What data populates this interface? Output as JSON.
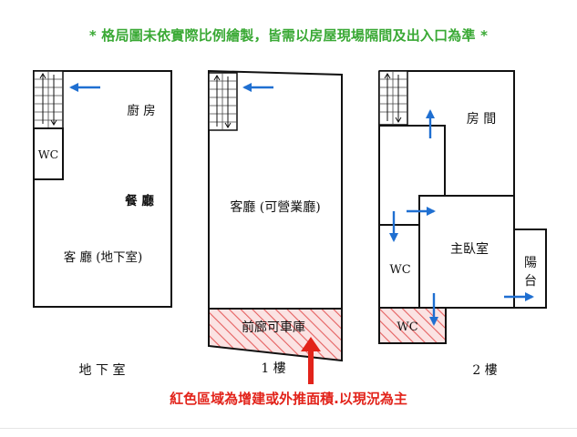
{
  "header": {
    "disclaimer": "* 格局圖未依實際比例繪製，皆需以房屋現場隔間及出入口為準 *"
  },
  "basement": {
    "kitchen": "廚 房",
    "wc": "WC",
    "dining": "餐 廳",
    "living": "客 廳 (地下室)",
    "floor_label": "地 下 室"
  },
  "floor1": {
    "living": "客廳 (可營業廳)",
    "porch": "前廊可車庫",
    "floor_label": "1 樓"
  },
  "floor2": {
    "room": "房 間",
    "master": "主臥室",
    "wc_left": "WC",
    "wc_bottom": "WC",
    "balcony_1": "陽",
    "balcony_2": "台",
    "floor_label": "2 樓"
  },
  "footer": {
    "note": "紅色區域為增建或外推面積.以現況為主"
  },
  "colors": {
    "arrow": "#1f6fd1",
    "note": "#e2231a",
    "header": "#3aa935",
    "hatch": "#e56060"
  }
}
